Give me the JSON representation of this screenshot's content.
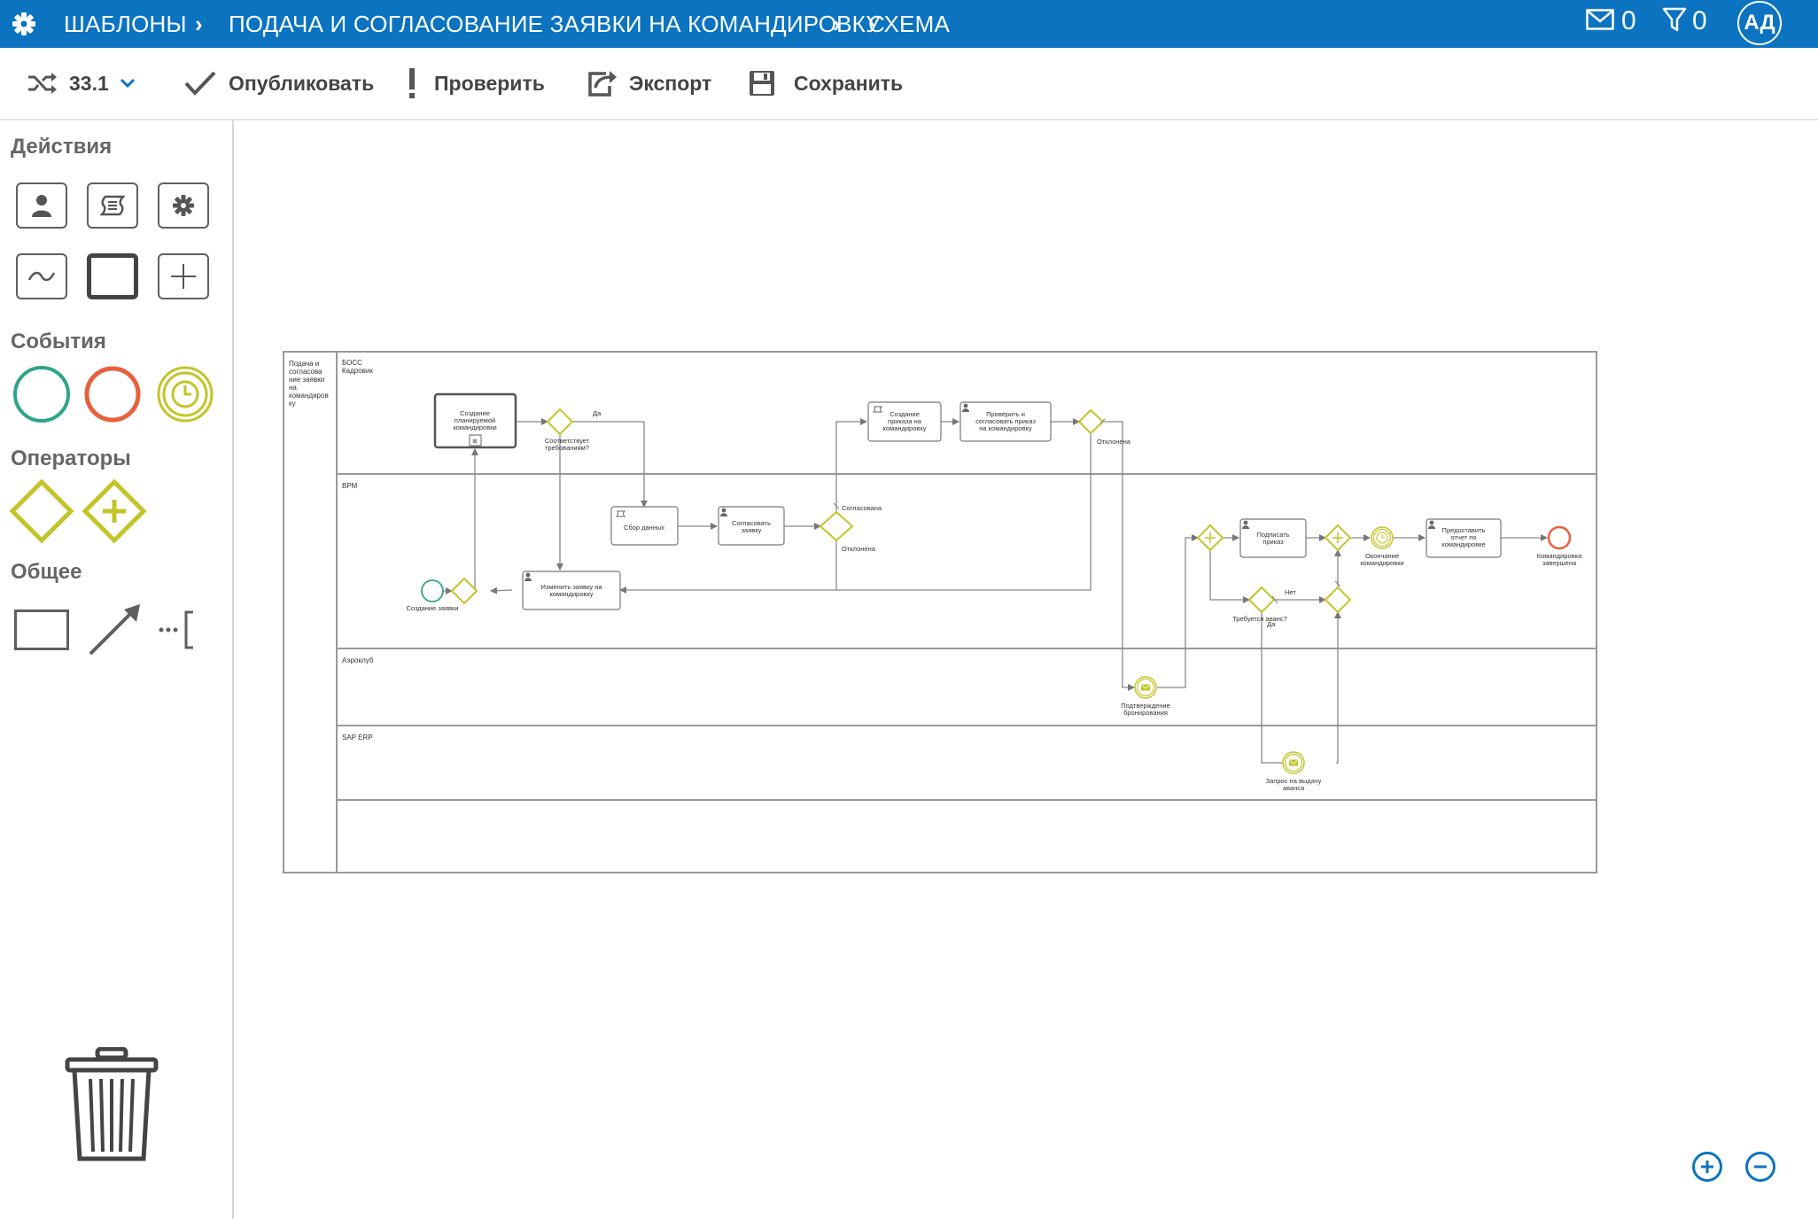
{
  "header": {
    "breadcrumbs": [
      "ШАБЛОНЫ",
      "ПОДАЧА И СОГЛАСОВАНИЕ ЗАЯВКИ НА КОМАНДИРОВКУ",
      "СХЕМА"
    ],
    "mail_count": "0",
    "filter_count": "0",
    "avatar_initials": "АД"
  },
  "toolbar": {
    "version": "33.1",
    "publish": "Опубликовать",
    "check": "Проверить",
    "export": "Экспорт",
    "save": "Сохранить"
  },
  "palette": {
    "actions_title": "Действия",
    "events_title": "События",
    "operators_title": "Операторы",
    "general_title": "Общее"
  },
  "colors": {
    "header_blue": "#0b73c0",
    "start_event": "#2ea58a",
    "end_event": "#e8603c",
    "gateway": "#c4c42a"
  },
  "diagram": {
    "pool_label": "Подача и согласова ние заявки на командиров ку",
    "lanes": {
      "boss": "БОСС",
      "kadrovik": "Кадровик",
      "bpm": "BPM",
      "aeroclub": "Аэроклуб",
      "sap": "SAP ERP"
    },
    "tasks": {
      "create_planned": "Создание планируемой командировки",
      "collect_data": "Сбор данных",
      "approve_request": "Согласовать заявку",
      "change_request": "Изменить заявку на командировку",
      "create_order": "Создание приказа на командировку",
      "check_order": "Проверить и согласовать приказ на командировку",
      "sign_order": "Подписать приказ",
      "provide_report": "Предоставить отчет по командировке"
    },
    "labels": {
      "meets_requirements": "Соответствует требованиям?",
      "yes1": "Да",
      "approved": "Согласована",
      "rejected1": "Отклонена",
      "rejected2": "Отклонена",
      "start": "Создание заявки",
      "advance_q": "Требуется аванс?",
      "no": "Нет",
      "yes2": "Да",
      "trip_end": "Окончание командировки",
      "finished": "Командировка завершена",
      "booking": "Подтверждение бронирования",
      "advance_request": "Запрос на выдачу аванса"
    }
  }
}
